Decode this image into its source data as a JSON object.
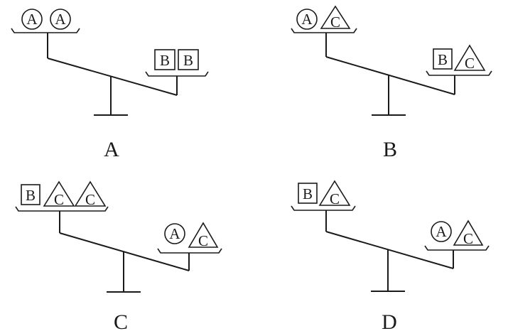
{
  "figure": {
    "ink_color": "#1a1a1a",
    "background": "#ffffff",
    "panels": [
      {
        "label": "A",
        "tilt": "left-up",
        "left_pan": [
          {
            "shape": "circle",
            "letter": "A"
          },
          {
            "shape": "circle",
            "letter": "A"
          }
        ],
        "right_pan": [
          {
            "shape": "square",
            "letter": "B"
          },
          {
            "shape": "square",
            "letter": "B"
          }
        ]
      },
      {
        "label": "B",
        "tilt": "left-up",
        "left_pan": [
          {
            "shape": "circle",
            "letter": "A"
          },
          {
            "shape": "triangle",
            "letter": "C"
          }
        ],
        "right_pan": [
          {
            "shape": "square",
            "letter": "B"
          },
          {
            "shape": "triangle",
            "letter": "C"
          }
        ]
      },
      {
        "label": "C",
        "tilt": "left-up",
        "left_pan": [
          {
            "shape": "square",
            "letter": "B"
          },
          {
            "shape": "triangle",
            "letter": "C"
          },
          {
            "shape": "triangle",
            "letter": "C"
          }
        ],
        "right_pan": [
          {
            "shape": "circle",
            "letter": "A"
          },
          {
            "shape": "triangle",
            "letter": "C"
          }
        ]
      },
      {
        "label": "D",
        "tilt": "left-up",
        "left_pan": [
          {
            "shape": "square",
            "letter": "B"
          },
          {
            "shape": "triangle",
            "letter": "C"
          }
        ],
        "right_pan": [
          {
            "shape": "circle",
            "letter": "A"
          },
          {
            "shape": "triangle",
            "letter": "C"
          }
        ]
      }
    ]
  }
}
